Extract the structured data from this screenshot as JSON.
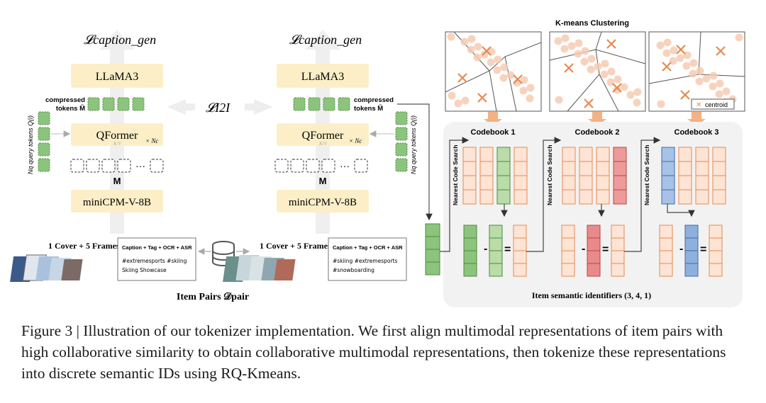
{
  "loss": {
    "caption_left": "𝓛caption_gen",
    "caption_right": "𝓛caption_gen",
    "i2i": "𝓛I2I"
  },
  "left_tower": {
    "llm": "LLaMA3",
    "compressed_label_1": "compressed",
    "compressed_label_2": "tokens M̃",
    "qformer": "QFormer",
    "kv": "K/V",
    "times": "× Nc",
    "query_label": "Nq query tokens Q(i)",
    "m_label": "M",
    "ellipsis": "···",
    "encoder": "miniCPM-V-8B",
    "frames_label": "1 Cover + 5 Frames",
    "text_box_title": "Caption + Tag + OCR + ASR",
    "text_box_line1": "#extremesports #skiing",
    "text_box_line2": "Skiing Showcase"
  },
  "right_tower": {
    "llm": "LLaMA3",
    "compressed_label_1": "compressed",
    "compressed_label_2": "tokens M̃",
    "qformer": "QFormer",
    "kv": "K/V",
    "times": "× Nc",
    "query_label": "Nq query tokens Q(i)",
    "m_label": "M",
    "ellipsis": "···",
    "encoder": "miniCPM-V-8B",
    "frames_label": "1 Cover + 5 Frames",
    "text_box_title": "Caption + Tag + OCR + ASR",
    "text_box_line1": "#skiing #extremesports",
    "text_box_line2": "#snowboarding"
  },
  "item_pairs": "Item Pairs 𝒟pair",
  "kmeans_title": "K-means Clustering",
  "legend_centroid": "centroid",
  "codebooks": [
    "Codebook 1",
    "Codebook 2",
    "Codebook 3"
  ],
  "nearest_code_search": "Nearest Code Search",
  "semantic_ids": "Item semantic identifiers (3, 4, 1)",
  "caption": "Figure 3 | Illustration of our tokenizer implementation. We first align multimodal representations of item pairs with high collaborative similarity to obtain collaborative multimodal representations, then tokenize these representations into discrete semantic IDs using RQ-Kmeans.",
  "colors": {
    "yellow": "#fcefc7",
    "green_fill": "#8cc47e",
    "green_stroke": "#4e8a3e",
    "orange_fill": "#fde4d4",
    "orange_stroke": "#e58a52",
    "red_fill": "#e88a8a",
    "blue_fill": "#8fb0dc",
    "panel": "#f2f2f2",
    "arrow": "#eeeeee"
  }
}
